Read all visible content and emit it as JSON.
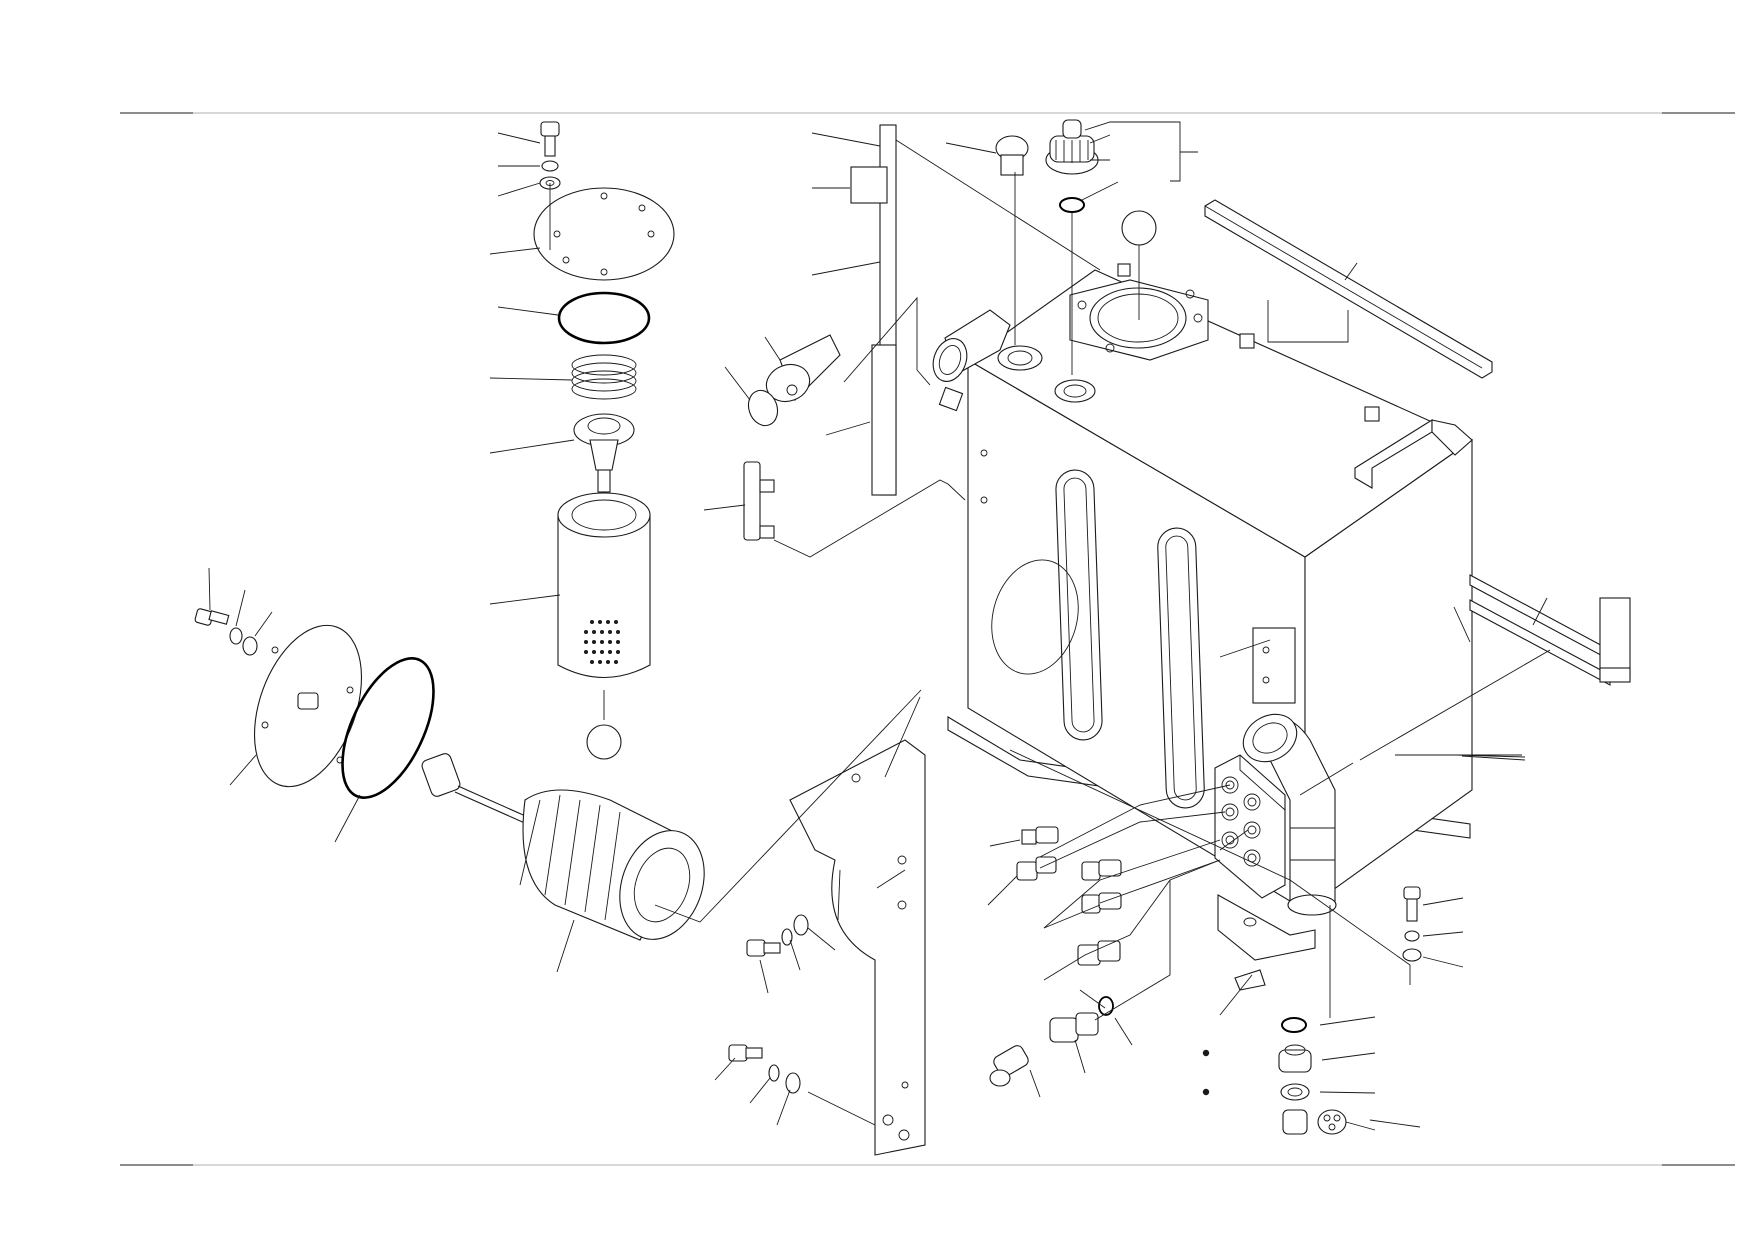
{
  "drawing": {
    "title": "",
    "labels": [],
    "line_color": "#1a1a1a",
    "background": "#ffffff",
    "frame_color": "#b0b0b0"
  },
  "parts": [
    {
      "id": "filter-cover-bolt",
      "icon": "bolt-icon"
    },
    {
      "id": "filter-cover-spring-washer",
      "icon": "spring-washer-icon"
    },
    {
      "id": "filter-cover-washer",
      "icon": "washer-icon"
    },
    {
      "id": "filter-cover-plate",
      "icon": "cover-plate-icon"
    },
    {
      "id": "filter-cover-oring",
      "icon": "oring-icon"
    },
    {
      "id": "filter-spring",
      "icon": "spring-icon"
    },
    {
      "id": "filter-bypass-valve",
      "icon": "valve-icon"
    },
    {
      "id": "return-filter-element",
      "icon": "filter-element-icon"
    },
    {
      "id": "strainer-cover-bolt",
      "icon": "bolt-icon"
    },
    {
      "id": "strainer-cover-plate",
      "icon": "cover-plate-icon"
    },
    {
      "id": "strainer-oring",
      "icon": "oring-icon"
    },
    {
      "id": "suction-strainer",
      "icon": "strainer-icon"
    },
    {
      "id": "level-gauge-rod",
      "icon": "dipstick-icon"
    },
    {
      "id": "gauge-bracket",
      "icon": "bracket-icon"
    },
    {
      "id": "breather",
      "icon": "breather-icon"
    },
    {
      "id": "filler-cap",
      "icon": "cap-icon"
    },
    {
      "id": "cap-oring",
      "icon": "oring-icon"
    },
    {
      "id": "hydraulic-tank",
      "icon": "tank-icon"
    },
    {
      "id": "tank-cover-strip",
      "icon": "strip-icon"
    },
    {
      "id": "mounting-bracket",
      "icon": "bracket-icon"
    },
    {
      "id": "tank-stay-bracket",
      "icon": "stay-icon"
    },
    {
      "id": "manifold-block",
      "icon": "block-icon"
    },
    {
      "id": "elbow-fitting",
      "icon": "elbow-icon"
    },
    {
      "id": "hose-fittings",
      "icon": "fitting-icon"
    },
    {
      "id": "drain-plug",
      "icon": "plug-icon"
    },
    {
      "id": "drain-oring",
      "icon": "oring-icon"
    },
    {
      "id": "drain-washer",
      "icon": "washer-icon"
    },
    {
      "id": "drain-magnet-plug",
      "icon": "magnet-plug-icon"
    }
  ]
}
